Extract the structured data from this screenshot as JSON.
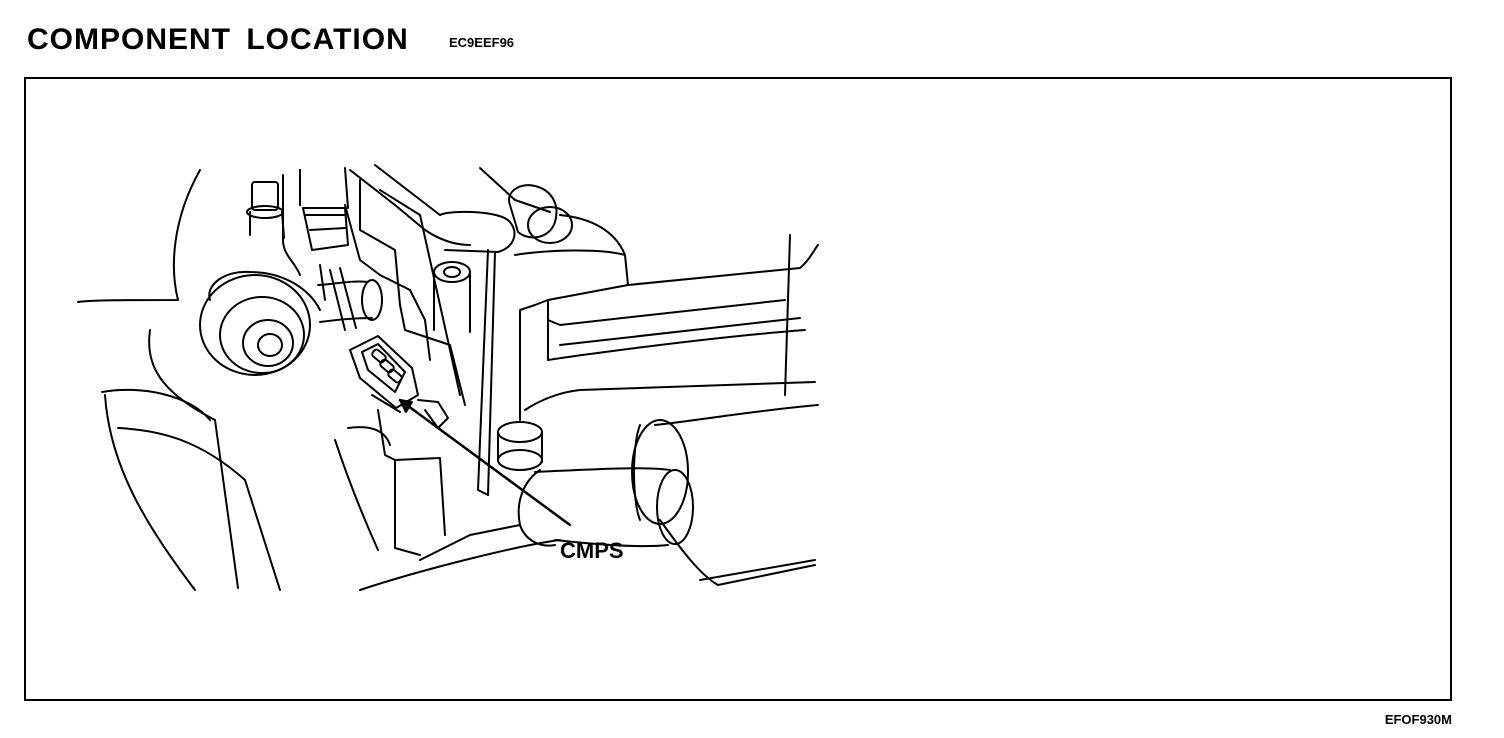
{
  "header": {
    "title": "COMPONENT LOCATION",
    "doc_code": "EC9EEF96"
  },
  "figure": {
    "callout_label": "CMPS",
    "figure_code": "EFOF930M"
  },
  "colors": {
    "ink": "#000000",
    "paper": "#ffffff"
  }
}
